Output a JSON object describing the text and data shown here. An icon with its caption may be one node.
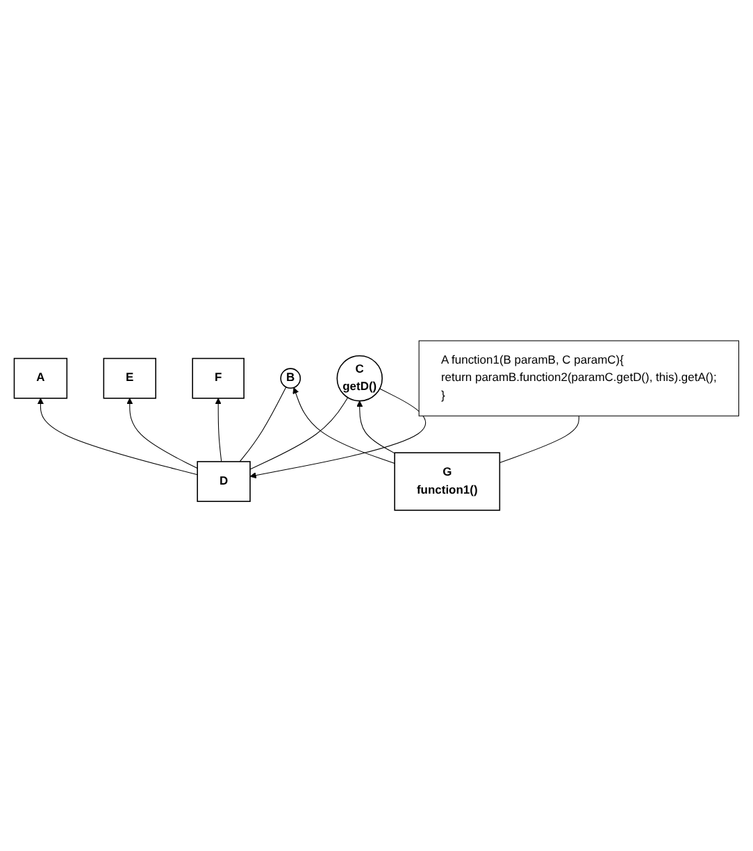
{
  "diagram": {
    "nodes": [
      {
        "text": [
          "A"
        ]
      },
      {
        "text": [
          "E"
        ]
      },
      {
        "text": [
          "F"
        ]
      },
      {
        "text": [
          "D"
        ]
      },
      {
        "text": [
          "C",
          "getD()"
        ]
      },
      {
        "text": [
          "B"
        ]
      },
      {
        "text": [
          "G",
          "function1()"
        ]
      },
      {
        "text": [
          "A function1(B paramB, C paramC){",
          "return paramB.function2(paramC.getD(), this).getA();",
          "}"
        ]
      }
    ],
    "edges": [
      {
        "from": 3,
        "to": 0,
        "arrow": "to"
      },
      {
        "from": 3,
        "to": 1,
        "arrow": "to"
      },
      {
        "from": 3,
        "to": 2,
        "arrow": "to"
      },
      {
        "from": 3,
        "to": 5,
        "arrow": "none"
      },
      {
        "from": 3,
        "to": 4,
        "arrow": "none"
      },
      {
        "from": 4,
        "to": 3,
        "arrow": "to"
      },
      {
        "from": 6,
        "to": 4,
        "arrow": "to"
      },
      {
        "from": 6,
        "to": 5,
        "arrow": "to"
      },
      {
        "from": 6,
        "to": 7,
        "arrow": "none"
      }
    ]
  }
}
